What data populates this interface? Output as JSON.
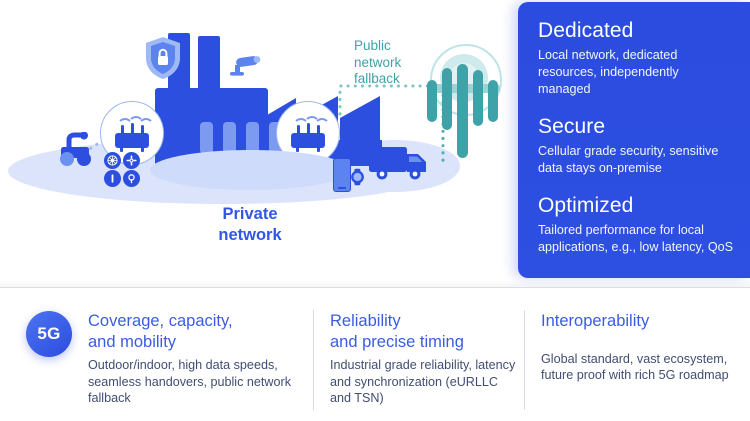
{
  "illustration": {
    "label_public_network": "Public\nnetwork\nfallback",
    "label_public_line1": "Public",
    "label_public_line2": "network",
    "label_public_line3": "fallback",
    "label_private_line1": "Private",
    "label_private_line2": "network",
    "icons": [
      "shield-lock-icon",
      "security-camera-icon",
      "wireless-router-icon",
      "agv-robot-icon",
      "sensor-icon",
      "smartphone-icon",
      "smartwatch-icon",
      "delivery-truck-icon",
      "public-network-antenna-icon"
    ],
    "colors": {
      "private_blue": "#2C4FE0",
      "light_blue": "#7C9BF0",
      "ground": "#DBE4FB",
      "public_teal": "#3EA3A8"
    }
  },
  "panel": {
    "accent_color": "#2B4CDE",
    "items": [
      {
        "heading": "Dedicated",
        "body": "Local network, dedicated resources, independently managed"
      },
      {
        "heading": "Secure",
        "body": "Cellular grade security, sensitive data stays on-premise"
      },
      {
        "heading": "Optimized",
        "body": "Tailored performance for local applications, e.g., low latency, QoS"
      }
    ]
  },
  "bottom": {
    "badge_label": "5G",
    "heading_color": "#3A5CE5",
    "columns": [
      {
        "heading_line1": "Coverage, capacity,",
        "heading_line2": "and mobility",
        "body": "Outdoor/indoor, high data speeds, seamless handovers, public network fallback"
      },
      {
        "heading_line1": "Reliability",
        "heading_line2": "and precise timing",
        "body": "Industrial grade reliability, latency and synchronization (eURLLC and TSN)"
      },
      {
        "heading_line1": "Interoperability",
        "heading_line2": "",
        "body": "Global standard, vast ecosystem, future proof with rich 5G roadmap"
      }
    ]
  }
}
